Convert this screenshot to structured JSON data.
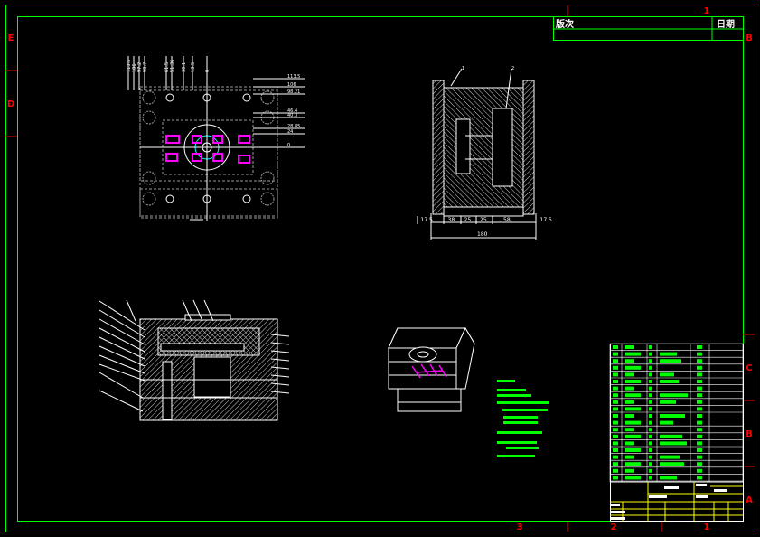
{
  "colors": {
    "background": "#000000",
    "frame": "#00ff00",
    "marker": "#ff0000",
    "geometry": "#ffffff",
    "hidden": "#9a9a9a",
    "highlight": "#ff00ff",
    "circle": "#00ffff",
    "title_block": "#ffff00",
    "notes": "#00ff00"
  },
  "revision_block": {
    "version_label": "版次",
    "date_label": "日期"
  },
  "border_markers": {
    "top": [
      "1"
    ],
    "bottom": [
      "3",
      "2",
      "1"
    ],
    "left": [
      "E",
      "D"
    ],
    "right": [
      "B",
      "C",
      "B",
      "A"
    ]
  },
  "top_view": {
    "left_dims": [
      "113.5",
      "106",
      "97.2",
      "98.7",
      "61.5",
      "51.36",
      "30.1",
      "13.5",
      "0"
    ],
    "right_dims": [
      "113.5",
      "106",
      "98.21",
      "46.4",
      "40.3",
      "28.85",
      "24",
      "0"
    ]
  },
  "side_view": {
    "bottom_dims": [
      "17.5",
      "38",
      "25",
      "25",
      "58",
      "17.5"
    ],
    "overall_dim": "180",
    "leaders": [
      "1",
      "2"
    ]
  }
}
